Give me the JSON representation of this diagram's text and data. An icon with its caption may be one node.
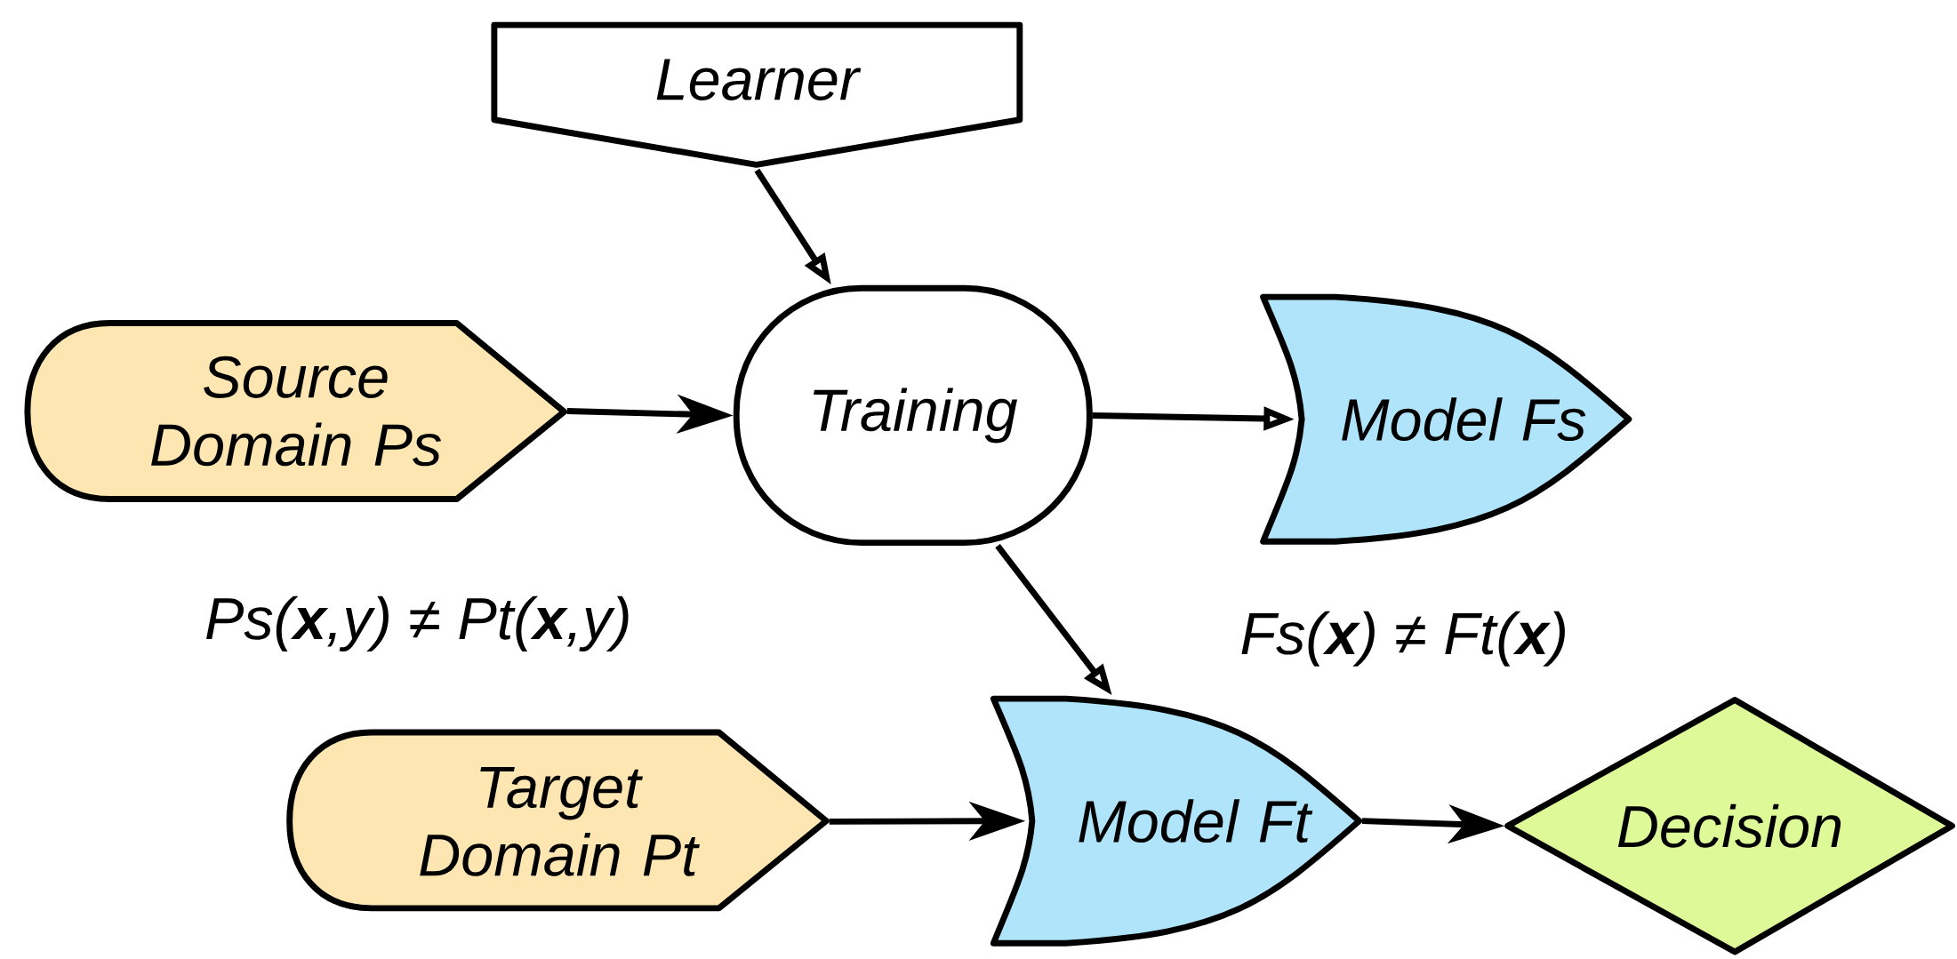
{
  "diagram": {
    "nodes": [
      {
        "text": [
          "Learner"
        ]
      },
      {
        "text": [
          "Source Domain Ps"
        ]
      },
      {
        "text": [
          "Training"
        ]
      },
      {
        "text": [
          "Model Fs"
        ]
      },
      {
        "text": [
          "Target Domain Pt"
        ]
      },
      {
        "text": [
          "Model Ft"
        ]
      },
      {
        "text": [
          "Decision"
        ]
      }
    ],
    "edges": [
      {
        "from": 0,
        "to": 2,
        "arrow": "to"
      },
      {
        "from": 1,
        "to": 2,
        "arrow": "to"
      },
      {
        "from": 2,
        "to": 3,
        "arrow": "to"
      },
      {
        "from": 2,
        "to": 5,
        "arrow": "to"
      },
      {
        "from": 4,
        "to": 5,
        "arrow": "to"
      },
      {
        "from": 5,
        "to": 6,
        "arrow": "to"
      }
    ],
    "labels": [
      "Ps(**x**,y) ≠ Pt(**x**,y)",
      "Fs(**x**) ≠ Ft(**x**)"
    ]
  }
}
